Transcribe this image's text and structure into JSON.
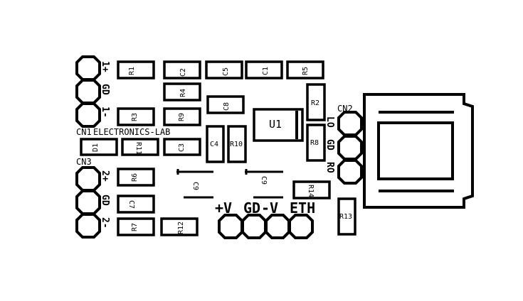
{
  "components": {
    "R1": "R1",
    "C2": "C2",
    "C5": "C5",
    "C1": "C1",
    "R5": "R5",
    "R4": "R4",
    "C8": "C8",
    "R2": "R2",
    "R3": "R3",
    "R9": "R9",
    "U1": "U1",
    "D1": "D1",
    "R11": "R11",
    "C3": "C3",
    "C4": "C4",
    "R10": "R10",
    "R8": "R8",
    "R6": "R6",
    "C9a": "C9",
    "C9b": "C9",
    "R14": "R14",
    "C7": "C7",
    "R7": "R7",
    "R12": "R12",
    "R13": "R13"
  },
  "connectors": {
    "cn1_label": "CN1",
    "cn2_label": "CN2",
    "cn3_label": "CN3",
    "brand": "ELECTRONICS-LAB",
    "cn1_pins": [
      "1+",
      "GD",
      "1-"
    ],
    "cn3_pins": [
      "2+",
      "GD",
      "2-"
    ],
    "cn2_pins": [
      "LO",
      "GD",
      "RO"
    ],
    "bottom_header": [
      "+V",
      "GD",
      "-V",
      "ETH"
    ]
  },
  "colors": {
    "ink": "#000000",
    "background": "#ffffff"
  }
}
